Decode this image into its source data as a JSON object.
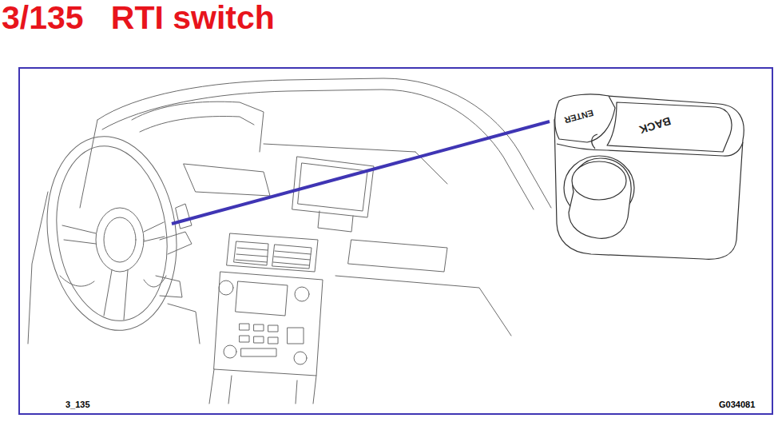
{
  "diagram": {
    "title": "3/135   RTI switch",
    "labels": [
      "ENTER",
      "BACK",
      "3_135",
      "G034081"
    ]
  }
}
